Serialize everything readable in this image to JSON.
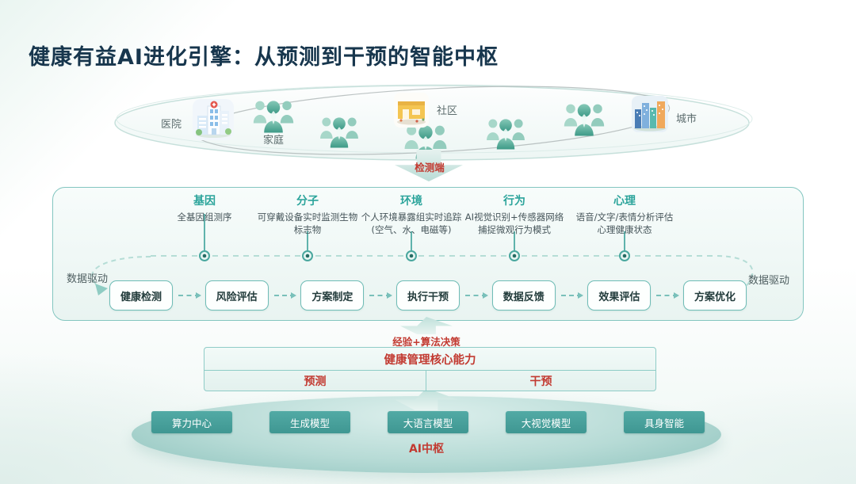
{
  "title": "健康有益AI进化引擎：从预测到干预的智能中枢",
  "ring": {
    "hospital": "医院",
    "family": "家庭",
    "community": "社区",
    "city": "城市"
  },
  "arrows": {
    "detect": "检测端",
    "decision": "经验+算法决策"
  },
  "detection": {
    "data_driven_left": "数据驱动",
    "data_driven_right": "数据驱动",
    "columns": [
      {
        "title": "基因",
        "desc": "全基因组测序"
      },
      {
        "title": "分子",
        "desc": "可穿戴设备实时监测生物标志物"
      },
      {
        "title": "环境",
        "desc": "个人环境暴露组实时追踪(空气、水、电磁等)"
      },
      {
        "title": "行为",
        "desc": "AI视觉识别+传感器网络捕捉微观行为模式"
      },
      {
        "title": "心理",
        "desc": "语音/文字/表情分析评估心理健康状态"
      }
    ],
    "flow": [
      "健康检测",
      "风险评估",
      "方案制定",
      "执行干预",
      "数据反馈",
      "效果评估",
      "方案优化"
    ]
  },
  "core": {
    "title": "健康管理核心能力",
    "left": "预测",
    "right": "干预"
  },
  "hub": {
    "modules": [
      "算力中心",
      "生成模型",
      "大语言模型",
      "大视觉模型",
      "具身智能"
    ],
    "label": "AI中枢"
  },
  "colors": {
    "accent_teal": "#2ba49b",
    "accent_red": "#c23a31",
    "title_navy": "#17364d",
    "button_teal": "#43a09b"
  }
}
